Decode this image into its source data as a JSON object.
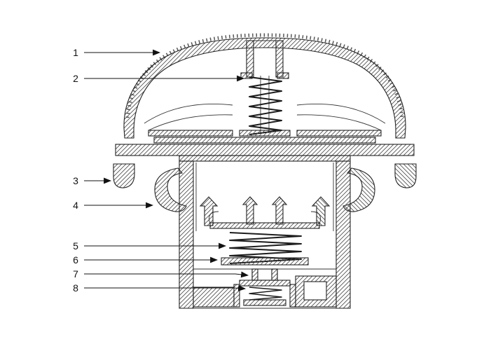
{
  "figure": {
    "callouts": [
      {
        "label": "1"
      },
      {
        "label": "2"
      },
      {
        "label": "3"
      },
      {
        "label": "4"
      },
      {
        "label": "5"
      },
      {
        "label": "6"
      },
      {
        "label": "7"
      },
      {
        "label": "8"
      }
    ],
    "colors": {
      "line": "#1a1a1a",
      "background": "#ffffff"
    }
  }
}
